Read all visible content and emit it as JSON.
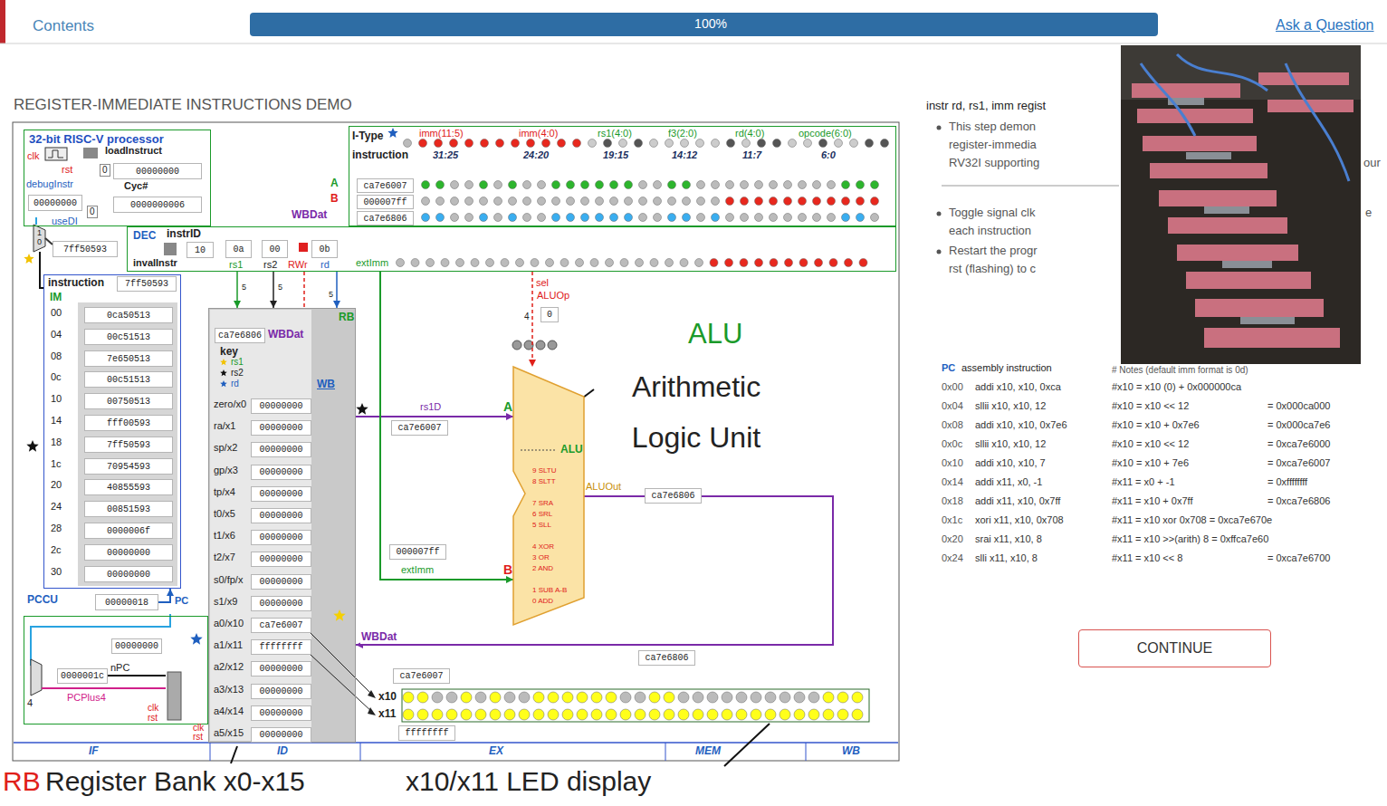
{
  "diagram": {
    "title": "REGISTER-IMMEDIATE INSTRUCTIONS DEMO",
    "nodes": [
      {
        "text": [
          "32-bit RISC-V processor"
        ]
      },
      {
        "text": [
          "00000000"
        ],
        "in": 0
      },
      {
        "text": [
          "0000000006"
        ],
        "in": 0
      },
      {
        "text": [
          "00000000"
        ],
        "in": 0
      },
      {
        "text": [
          "I-Type",
          "instruction"
        ]
      },
      {
        "text": [
          "ca7e6007"
        ],
        "in": 4
      },
      {
        "text": [
          "000007ff"
        ],
        "in": 4
      },
      {
        "text": [
          "ca7e6806"
        ],
        "in": 4
      },
      {
        "text": [
          "DEC"
        ]
      },
      {
        "text": [
          "10"
        ],
        "in": 8
      },
      {
        "text": [
          "0a"
        ],
        "in": 8
      },
      {
        "text": [
          "00"
        ],
        "in": 8
      },
      {
        "text": [
          "0b"
        ],
        "in": 8
      },
      {
        "text": [
          "7ff50593"
        ]
      },
      {
        "text": [
          "instruction",
          "IM"
        ]
      },
      {
        "text": [
          "7ff50593"
        ],
        "in": 14
      },
      {
        "text": [
          "0ca50513"
        ],
        "in": 14
      },
      {
        "text": [
          "00c51513"
        ],
        "in": 14
      },
      {
        "text": [
          "7e650513"
        ],
        "in": 14
      },
      {
        "text": [
          "00c51513"
        ],
        "in": 14
      },
      {
        "text": [
          "00750513"
        ],
        "in": 14
      },
      {
        "text": [
          "fff00593"
        ],
        "in": 14
      },
      {
        "text": [
          "7ff50593"
        ],
        "in": 14
      },
      {
        "text": [
          "70954593"
        ],
        "in": 14
      },
      {
        "text": [
          "40855593"
        ],
        "in": 14
      },
      {
        "text": [
          "00851593"
        ],
        "in": 14
      },
      {
        "text": [
          "0000006f"
        ],
        "in": 14
      },
      {
        "text": [
          "00000000"
        ],
        "in": 14
      },
      {
        "text": [
          "00000000"
        ],
        "in": 14
      },
      {
        "text": [
          "RB"
        ]
      },
      {
        "text": [
          "ca7e6806"
        ],
        "in": 29
      },
      {
        "text": [
          "00000000"
        ],
        "in": 29
      },
      {
        "text": [
          "00000000"
        ],
        "in": 29
      },
      {
        "text": [
          "00000000"
        ],
        "in": 29
      },
      {
        "text": [
          "00000000"
        ],
        "in": 29
      },
      {
        "text": [
          "00000000"
        ],
        "in": 29
      },
      {
        "text": [
          "00000000"
        ],
        "in": 29
      },
      {
        "text": [
          "00000000"
        ],
        "in": 29
      },
      {
        "text": [
          "00000000"
        ],
        "in": 29
      },
      {
        "text": [
          "00000000"
        ],
        "in": 29
      },
      {
        "text": [
          "00000000"
        ],
        "in": 29
      },
      {
        "text": [
          "ca7e6007"
        ],
        "in": 29
      },
      {
        "text": [
          "ffffffff"
        ],
        "in": 29
      },
      {
        "text": [
          "00000000"
        ],
        "in": 29
      },
      {
        "text": [
          "00000000"
        ],
        "in": 29
      },
      {
        "text": [
          "00000000"
        ],
        "in": 29
      },
      {
        "text": [
          "00000000"
        ],
        "in": 29
      },
      {
        "text": [
          "0"
        ]
      },
      {
        "text": [
          "ALU"
        ]
      },
      {
        "text": [
          "ca7e6007"
        ]
      },
      {
        "text": [
          "000007ff"
        ]
      },
      {
        "text": [
          "ca7e6806"
        ]
      },
      {
        "text": [
          "ca7e6806"
        ]
      },
      {
        "text": [
          "ca7e6007"
        ]
      },
      {
        "text": [
          "ffffffff"
        ]
      },
      {
        "text": [
          "PCCU"
        ]
      },
      {
        "text": [
          "00000018"
        ]
      },
      {
        "text": [
          "00000000"
        ],
        "in": 55
      },
      {
        "text": [
          "0000001c"
        ],
        "in": 55
      },
      {
        "text": [
          "CONTINUE"
        ]
      }
    ],
    "edges": [
      {
        "from": 8,
        "to": 29,
        "arrow": "to",
        "label": "5"
      },
      {
        "from": 8,
        "to": 29,
        "arrow": "to",
        "label": "5"
      },
      {
        "from": 8,
        "to": 29,
        "arrow": "to",
        "label": "5"
      },
      {
        "from": 8,
        "to": 29,
        "arrow": "none"
      },
      {
        "from": 29,
        "to": 48,
        "arrow": "to",
        "label": "rs1D"
      },
      {
        "from": 8,
        "to": 48,
        "arrow": "to",
        "label": "extImm"
      },
      {
        "from": 48,
        "to": 29,
        "arrow": "to",
        "label": "WBDat"
      },
      {
        "from": 8,
        "to": 48,
        "arrow": "to",
        "label": "ALUOp"
      },
      {
        "from": 56,
        "to": 14,
        "arrow": "to"
      }
    ],
    "labels": [
      "Contents",
      "100%",
      "Ask a Question",
      "clk",
      "rst",
      "0",
      "loadInstruct",
      "Cyc#",
      "debugInstr",
      "0",
      "useDI",
      "1",
      "0",
      "instrID",
      "invalInstr",
      "rs1",
      "rs2",
      "RWr",
      "rd",
      "extImm",
      "imm(11:5)",
      "imm(4:0)",
      "rs1(4:0)",
      "f3(2:0)",
      "rd(4:0)",
      "opcode(6:0)",
      "31:25",
      "24:20",
      "19:15",
      "14:12",
      "11:7",
      "6:0",
      "A",
      "B",
      "WBDat",
      "00",
      "04",
      "08",
      "0c",
      "10",
      "14",
      "18",
      "1c",
      "20",
      "24",
      "28",
      "2c",
      "30",
      "WBDat",
      "key",
      "rs1",
      "rs2",
      "rd",
      "WB",
      "zero/x0",
      "ra/x1",
      "sp/x2",
      "gp/x3",
      "tp/x4",
      "t0/x5",
      "t1/x6",
      "t2/x7",
      "s0/fp/x",
      "s1/x9",
      "a0/x10",
      "a1/x11",
      "a2/x12",
      "a3/x13",
      "a4/x14",
      "a5/x15",
      "sel",
      "4",
      "A",
      "B",
      "9 SLTU",
      "8 SLTT",
      "7 SRA",
      "6 SRL",
      "5 SLL",
      "4 XOR",
      "3 OR",
      "2 AND",
      "1 SUB A-B",
      "0 ADD",
      "ALUOut",
      "x10",
      "x11",
      "PC",
      "nPC",
      "4",
      "PCPlus4",
      "clk",
      "rst",
      "clk",
      "rst",
      "IF",
      "ID",
      "EX",
      "MEM",
      "WB",
      "ALU",
      "Arithmetic Logic Unit",
      "RB",
      "Register Bank x0-x15",
      "x10/x11 LED display",
      "instr rd, rs1, imm regist",
      "This step demon",
      "register-immedia",
      "RV32I supporting",
      "our",
      "Toggle signal clk",
      "e",
      "each instruction",
      "Restart the progr",
      "rst (flashing) to c",
      "PC",
      "assembly instruction",
      "# Notes (default imm format is 0d)",
      "0x00",
      "addi x10, x10, 0xca",
      "#x10 = x10 (0) + 0x000000ca",
      "0x04",
      "sllii x10, x10, 12",
      "#x10 = x10 << 12",
      "= 0x000ca000",
      "0x08",
      "addi x10, x10, 0x7e6",
      "#x10 = x10 + 0x7e6",
      "= 0x000ca7e6",
      "0x0c",
      "sllii x10, x10, 12",
      "#x10 = x10 << 12",
      "= 0xca7e6000",
      "0x10",
      "addi x10, x10, 7",
      "#x10 = x10 + 7e6",
      "= 0xca7e6007",
      "0x14",
      "addi x11, x0, -1",
      "#x11 = x0 + -1",
      "= 0xffffffff",
      "0x18",
      "addi x11, x10, 0x7ff",
      "#x11 = x10 + 0x7ff",
      "= 0xca7e6806",
      "0x1c",
      "xori x11, x10, 0x708",
      "#x11 = x10 xor 0x708 = 0xca7e670e",
      "0x20",
      "srai x11, x10, 8",
      "#x11 = x10 >>(arith) 8 = 0xffca7e60",
      "0x24",
      "slli x11, x10, 8",
      "#x11 = x10 << 8",
      "= 0xca7e6700"
    ]
  }
}
